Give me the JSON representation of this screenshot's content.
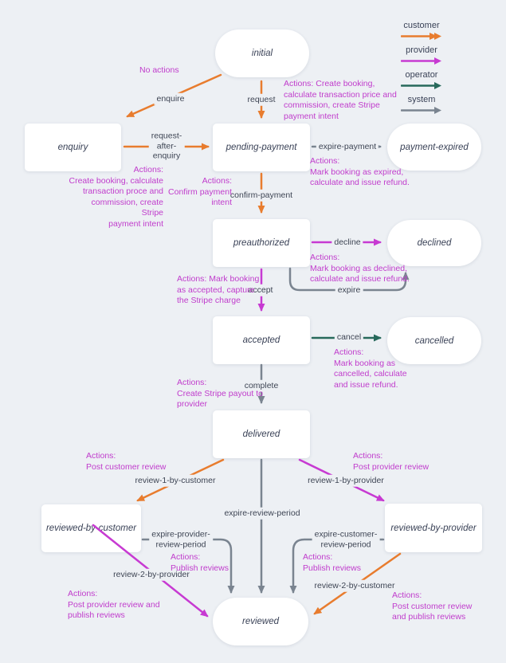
{
  "diagram": {
    "colors": {
      "background": "#edf0f4",
      "node_background": "#ffffff",
      "node_text": "#3a4257",
      "transition_text": "#3e4554",
      "actions_text": "#c03ccc",
      "customer": "#e87c2e",
      "provider": "#c73ad2",
      "operator": "#27695b",
      "system": "#7a8490"
    },
    "legend": [
      {
        "label": "customer"
      },
      {
        "label": "provider"
      },
      {
        "label": "operator"
      },
      {
        "label": "system"
      }
    ],
    "nodes": {
      "initial": "initial",
      "enquiry": "enquiry",
      "pending_payment": "pending-payment",
      "payment_expired": "payment-expired",
      "preauthorized": "preauthorized",
      "declined": "declined",
      "accepted": "accepted",
      "cancelled": "cancelled",
      "delivered": "delivered",
      "reviewed_by_customer": "reviewed-by-customer",
      "reviewed_by_provider": "reviewed-by-provider",
      "reviewed": "reviewed"
    },
    "transitions": {
      "enquire": "enquire",
      "request": "request",
      "request_after_enquiry": "request-\nafter-\nenquiry",
      "expire_payment": "expire-payment",
      "confirm_payment": "confirm-payment",
      "decline": "decline",
      "expire": "expire",
      "accept": "accept",
      "cancel": "cancel",
      "complete": "complete",
      "review_1_by_customer": "review-1-by-customer",
      "review_1_by_provider": "review-1-by-provider",
      "expire_review_period": "expire-review-period",
      "expire_provider_review_period": "expire-provider-\nreview-period",
      "expire_customer_review_period": "expire-customer-\nreview-period",
      "review_2_by_provider": "review-2-by-provider",
      "review_2_by_customer": "review-2-by-customer"
    },
    "actions": {
      "no_actions": "No actions",
      "request": "Actions: Create booking,\ncalculate transaction price and\ncommission, create Stripe\npayment intent",
      "request_after_enquiry": "Actions:\nCreate booking, calculate\ntransaction proce and\ncommission, create Stripe\npayment intent",
      "confirm_payment": "Actions:\nConfirm payment\nintent",
      "expire_payment": "Actions:\nMark booking as expired,\ncalculate and issue refund.",
      "decline": "Actions:\nMark booking as declined,\ncalculate and issue refund.",
      "accept": "Actions: Mark booking\nas accepted, capture\nthe Stripe charge",
      "cancel": "Actions:\nMark booking as\ncancelled, calculate\nand issue refund.",
      "complete": "Actions:\nCreate Stripe payout to\nprovider",
      "review_1_by_customer": "Actions:\nPost customer review",
      "review_1_by_provider": "Actions:\nPost provider review",
      "expire_provider_review_period": "Actions:\nPublish reviews",
      "expire_customer_review_period": "Actions:\nPublish reviews",
      "review_2_by_provider": "Actions:\nPost provider review and\npublish reviews",
      "review_2_by_customer": "Actions:\nPost customer review\nand publish reviews"
    }
  }
}
